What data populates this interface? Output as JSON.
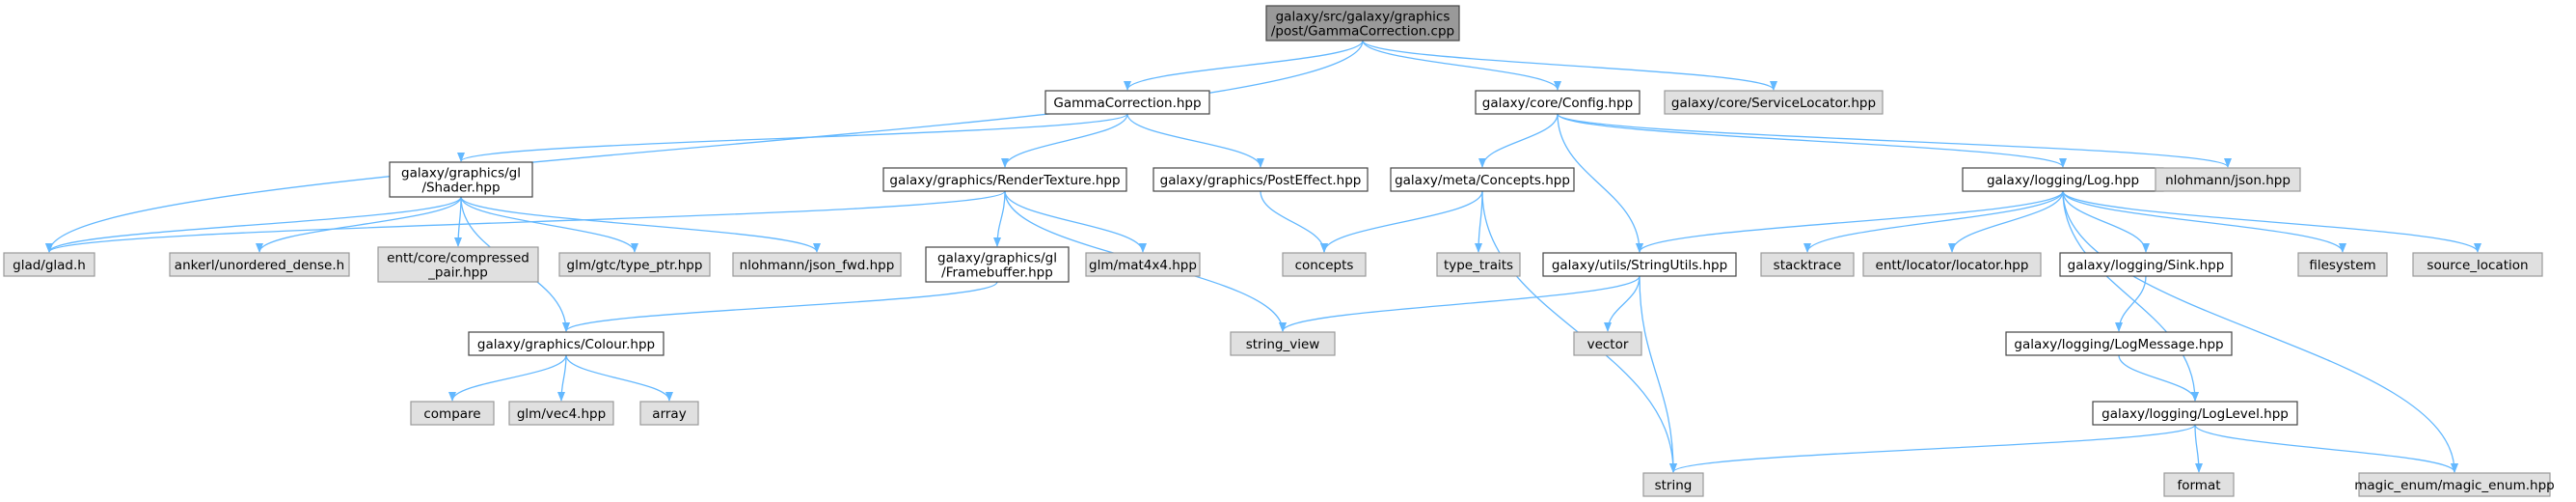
{
  "colors": {
    "root_fill": "#999999",
    "node_fill": "#ffffff",
    "external_fill": "#e0e0e0",
    "edge": "#63b8ff"
  },
  "nodes": {
    "root": [
      "galaxy/src/galaxy/graphics",
      "/post/GammaCorrection.cpp"
    ],
    "gammacorrection_hpp": [
      "GammaCorrection.hpp"
    ],
    "config_hpp": [
      "galaxy/core/Config.hpp"
    ],
    "servicelocator_hpp": [
      "galaxy/core/ServiceLocator.hpp"
    ],
    "shader_hpp": [
      "galaxy/graphics/gl",
      "/Shader.hpp"
    ],
    "rendertexture_hpp": [
      "galaxy/graphics/RenderTexture.hpp"
    ],
    "posteffect_hpp": [
      "galaxy/graphics/PostEffect.hpp"
    ],
    "concepts_hpp": [
      "galaxy/meta/Concepts.hpp"
    ],
    "log_hpp": [
      "galaxy/logging/Log.hpp"
    ],
    "json_hpp": [
      "nlohmann/json.hpp"
    ],
    "glad_h": [
      "glad/glad.h"
    ],
    "unordered_dense_h": [
      "ankerl/unordered_dense.h"
    ],
    "compressed_pair_hpp": [
      "entt/core/compressed",
      "_pair.hpp"
    ],
    "type_ptr_hpp": [
      "glm/gtc/type_ptr.hpp"
    ],
    "json_fwd_hpp": [
      "nlohmann/json_fwd.hpp"
    ],
    "framebuffer_hpp": [
      "galaxy/graphics/gl",
      "/Framebuffer.hpp"
    ],
    "mat4x4_hpp": [
      "glm/mat4x4.hpp"
    ],
    "concepts": [
      "concepts"
    ],
    "type_traits": [
      "type_traits"
    ],
    "stringutils_hpp": [
      "galaxy/utils/StringUtils.hpp"
    ],
    "stacktrace": [
      "stacktrace"
    ],
    "locator_hpp": [
      "entt/locator/locator.hpp"
    ],
    "sink_hpp": [
      "galaxy/logging/Sink.hpp"
    ],
    "filesystem": [
      "filesystem"
    ],
    "source_location": [
      "source_location"
    ],
    "colour_hpp": [
      "galaxy/graphics/Colour.hpp"
    ],
    "string_view": [
      "string_view"
    ],
    "vector": [
      "vector"
    ],
    "logmessage_hpp": [
      "galaxy/logging/LogMessage.hpp"
    ],
    "compare": [
      "compare"
    ],
    "vec4_hpp": [
      "glm/vec4.hpp"
    ],
    "array": [
      "array"
    ],
    "loglevel_hpp": [
      "galaxy/logging/LogLevel.hpp"
    ],
    "string": [
      "string"
    ],
    "format": [
      "format"
    ],
    "magic_enum_hpp": [
      "magic_enum/magic_enum.hpp"
    ]
  }
}
